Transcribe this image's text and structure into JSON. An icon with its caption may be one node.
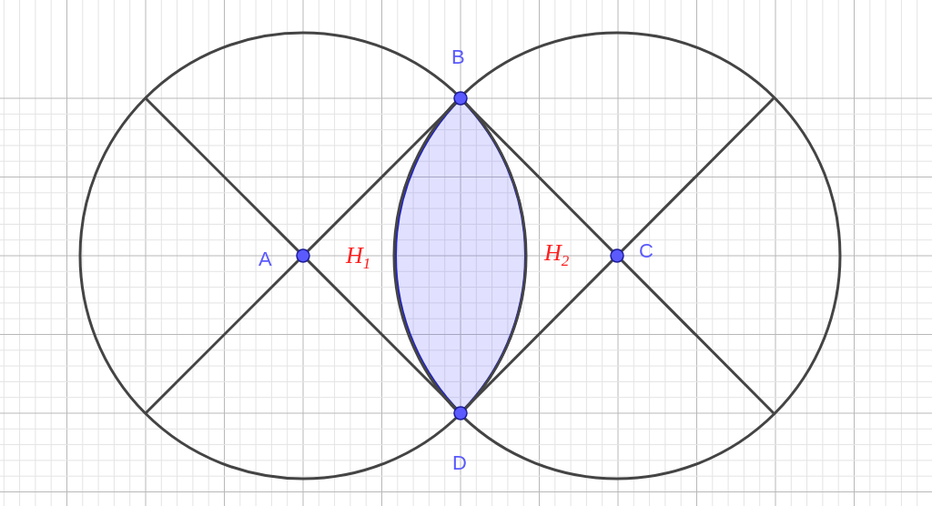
{
  "diagram": {
    "labels": [
      "B",
      "A",
      "H$_{1}$",
      "H$_{2}$",
      "C",
      "D"
    ]
  }
}
